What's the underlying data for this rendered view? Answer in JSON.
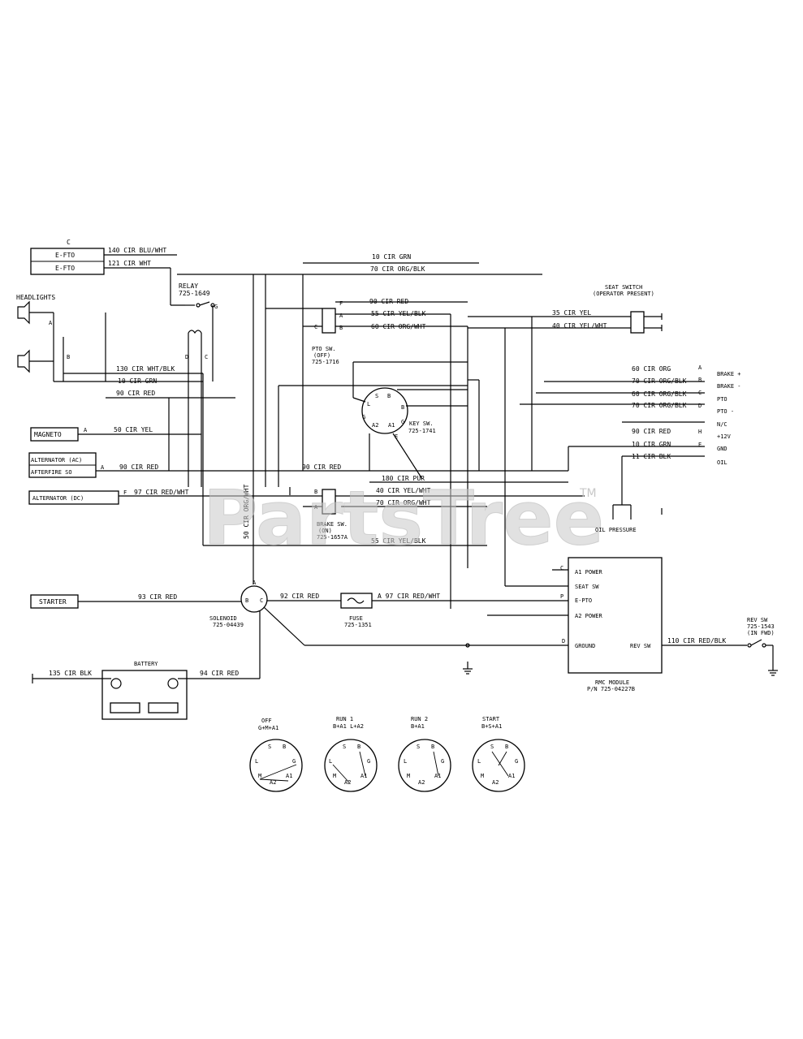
{
  "watermark": {
    "text": "PartsTree",
    "tm": "TM"
  },
  "components": {
    "c_label": "C",
    "efto1": "E-FTO",
    "efto2": "E-FTO",
    "headlights": "HEADLIGHTS",
    "relay": "RELAY",
    "relay_pn": "725-1649",
    "magneto": "MAGNETO",
    "alternator_ac": "ALTERNATOR (AC)",
    "afterfire": "AFTERFIRE SO",
    "alternator_dc": "ALTERNATOR (DC)",
    "starter": "STARTER",
    "solenoid": "SOLENOID",
    "solenoid_pn": "725-04439",
    "fuse": "FUSE",
    "fuse_pn": "725-1351",
    "battery": "BATTERY",
    "pto_sw": "PTO SW.",
    "pto_sw2": "(OFF)",
    "pto_pn": "725-1716",
    "key_sw": "KEY SW.",
    "key_pn": "725-1741",
    "brake_sw": "BRAKE SW.",
    "brake_sw2": "(ON)",
    "brake_pn": "725-1657A",
    "seat_switch": "SEAT SWITCH",
    "seat_switch2": "(OPERATOR PRESENT)",
    "oil_pressure": "OIL PRESSURE",
    "rmc_module": "RMC MODULE",
    "rmc_pn": "P/N 725-04227B",
    "rmc_pins": [
      "A1 POWER",
      "SEAT SW",
      "E-PTO",
      "A2 POWER",
      "GROUND",
      "REV SW"
    ],
    "rev_sw": "REV SW",
    "rev_pn": "725-1543",
    "rev_state": "(IN FWD)"
  },
  "wires": {
    "w140": "140 CIR BLU/WHT",
    "w121": "121 CIR WHT",
    "w10top": "10 CIR GRN",
    "w70top": "70 CIR ORG/BLK",
    "w90red_a": "90 CIR RED",
    "w55": "55 CIR YEL/BLK",
    "w60": "60 CIR ORG/WHT",
    "w35": "35 CIR YEL",
    "w40": "40 CIR YEL/WHT",
    "w130": "130 CIR WHT/BLK",
    "w10grn": "10 CIR GRN",
    "w90red_b": "90 CIR RED",
    "w50": "50 CIR YEL",
    "w90red_c": "90 CIR RED",
    "w90red_d": "90 CIR RED",
    "w180": "180 CIR PUR",
    "w97": "97 CIR RED/WHT",
    "w40b": "40 CIR YEL/WHT",
    "w70b": "70 CIR ORG/WHT",
    "w50v": "50 CIR ORG/WHT",
    "w55b": "55 CIR YEL/BLK",
    "w93": "93 CIR RED",
    "w92": "92 CIR RED",
    "wa97": "A 97 CIR RED/WHT",
    "w135": "135 CIR BLK",
    "w94": "94 CIR RED",
    "w110": "110 CIR RED/BLK",
    "c60": "60 CIR ORG",
    "c70a": "70 CIR ORG/BLK",
    "c60b": "60 CIR ORG/BLK",
    "c70b": "70 CIR ORG/BLK",
    "c90": "90 CIR RED",
    "c10": "10 CIR GRN",
    "c11": "11 CIR BLK"
  },
  "connector_labels": {
    "letters": [
      "A",
      "B",
      "C",
      "D",
      "E",
      "H"
    ],
    "functions": [
      "BRAKE +",
      "BRAKE -",
      "PTO",
      "PTO -",
      "N/C",
      "+12V",
      "GND",
      "OIL"
    ]
  },
  "key_positions": [
    {
      "title": "OFF",
      "sub": "G+M+A1"
    },
    {
      "title": "RUN 1",
      "sub": "B+A1 L+A2"
    },
    {
      "title": "RUN 2",
      "sub": "B+A1"
    },
    {
      "title": "START",
      "sub": "B+S+A1"
    }
  ],
  "key_terminals": {
    "L": "L",
    "S": "S",
    "B": "B",
    "G": "G",
    "M": "M",
    "A1": "A1",
    "A2": "A2"
  }
}
